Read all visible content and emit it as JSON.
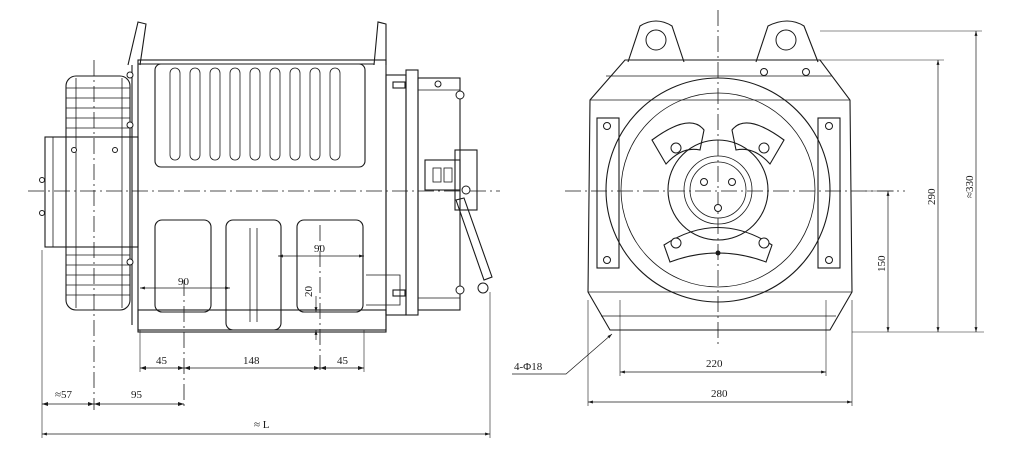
{
  "dimensions": {
    "side_view": {
      "dim_90_left": "90",
      "dim_90_right": "90",
      "dim_20": "20",
      "dim_45_left": "45",
      "dim_148": "148",
      "dim_45_right": "45",
      "dim_57": "≈57",
      "dim_95": "95",
      "dim_L": "≈ L"
    },
    "front_view": {
      "dim_330": "≈330",
      "dim_290": "290",
      "dim_150": "150",
      "dim_220": "220",
      "dim_280": "280",
      "hole_callout": "4-Φ18"
    }
  }
}
